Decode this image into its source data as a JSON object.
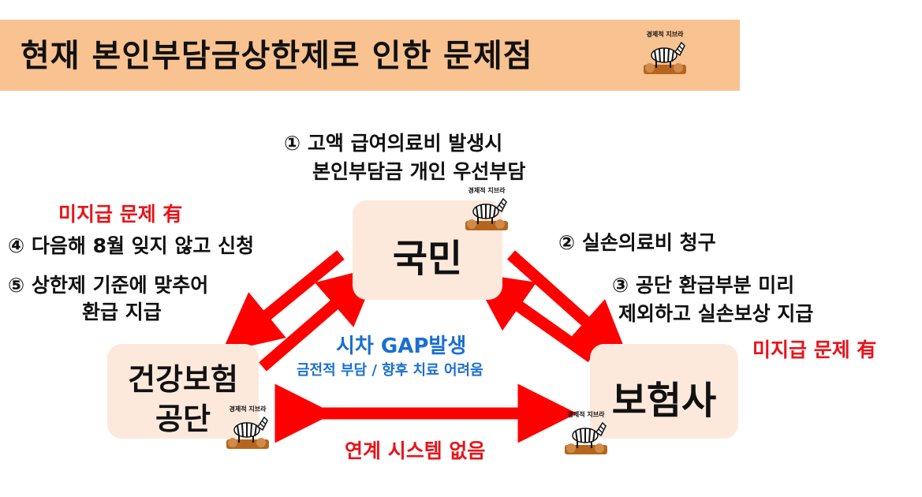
{
  "header": {
    "title": "현재 본인부담금상한제로 인한 문제점"
  },
  "logo": {
    "label": "경제적 지브라"
  },
  "nodes": {
    "citizen": "국민",
    "nhis_line1": "건강보험",
    "nhis_line2": "공단",
    "insurer": "보험사"
  },
  "notes": {
    "step1_line1": "① 고액 급여의료비 발생시",
    "step1_line2": "본인부담금 개인 우선부담",
    "step2": "② 실손의료비 청구",
    "step3_line1": "③ 공단 환급부분 미리",
    "step3_line2": "제외하고 실손보상 지급",
    "step4": "④ 다음해 8월 잊지 않고 신청",
    "step5_line1": "⑤ 상한제 기준에 맞추어",
    "step5_line2": "환급 지급",
    "unpaid_left": "미지급 문제 有",
    "unpaid_right": "미지급 문제 有",
    "gap_title": "시차 GAP발생",
    "gap_sub": "금전적 부담 / 향후 치료 어려움",
    "no_link": "연계 시스템 없음"
  },
  "colors": {
    "header_bg": "#f8c291",
    "box_bg": "#fde9dc",
    "arrow": "#ff0000",
    "red_text": "#e8141a",
    "blue_text": "#1a6fd0"
  }
}
